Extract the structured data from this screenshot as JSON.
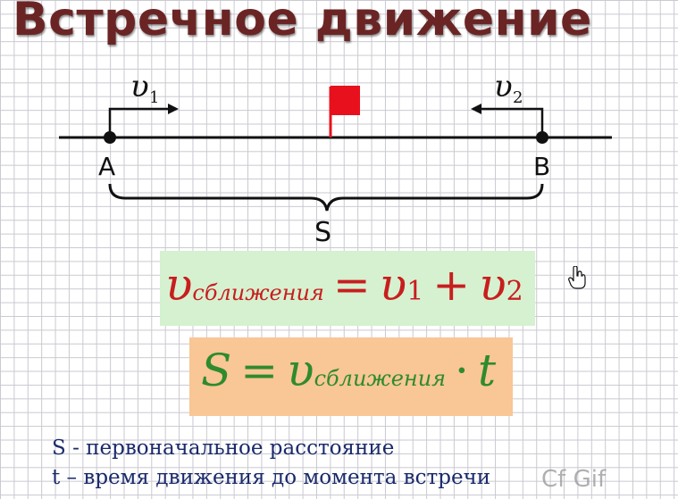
{
  "title": "Встречное движение",
  "diagram": {
    "point_a": "A",
    "point_b": "B",
    "distance_label": "S",
    "v1_symbol": "υ",
    "v1_sub": "1",
    "v2_symbol": "υ",
    "v2_sub": "2"
  },
  "formula1": {
    "lhs": "υ",
    "lhs_sub": "сближения",
    "eq": "=",
    "t1": "υ",
    "t1_sub": "1",
    "plus": "+",
    "t2": "υ",
    "t2_sub": "2"
  },
  "formula2": {
    "lhs": "S",
    "eq": "=",
    "v": "υ",
    "v_sub": "сближения",
    "dot": "·",
    "t": "t"
  },
  "legend": {
    "line1": "S - первоначальное расстояние",
    "line2": "t – время движения до момента встречи"
  },
  "watermark": "Cf Gif",
  "colors": {
    "title": "#6b2424",
    "formula1": "#c81e1e",
    "formula2": "#2e8b2e",
    "box1": "#d5f1d0",
    "box2": "#f9c695",
    "flag": "#e8101c",
    "legend": "#1a2a6b"
  }
}
